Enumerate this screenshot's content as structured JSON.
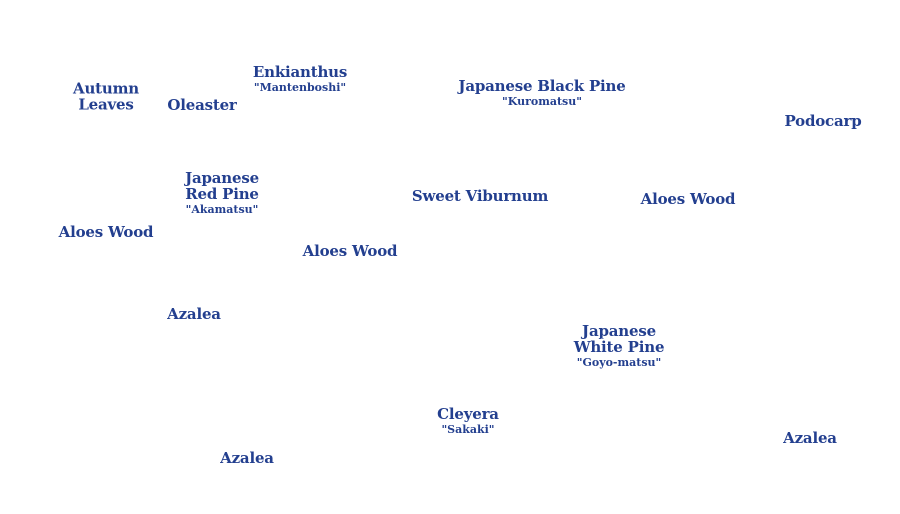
{
  "map": {
    "text_color": "#233f8f",
    "halo_color": "#ffffff",
    "labels": [
      {
        "main": "Autumn\nLeaves",
        "sub": ""
      },
      {
        "main": "Oleaster",
        "sub": ""
      },
      {
        "main": "Enkianthus",
        "sub": "\"Mantenboshi\""
      },
      {
        "main": "Japanese Black Pine",
        "sub": "\"Kuromatsu\""
      },
      {
        "main": "Podocarp",
        "sub": ""
      },
      {
        "main": "Japanese\nRed Pine",
        "sub": "\"Akamatsu\""
      },
      {
        "main": "Sweet Viburnum",
        "sub": ""
      },
      {
        "main": "Aloes Wood",
        "sub": ""
      },
      {
        "main": "Aloes Wood",
        "sub": ""
      },
      {
        "main": "Aloes Wood",
        "sub": ""
      },
      {
        "main": "Azalea",
        "sub": ""
      },
      {
        "main": "Japanese\nWhite Pine",
        "sub": "\"Goyo-matsu\""
      },
      {
        "main": "Cleyera",
        "sub": "\"Sakaki\""
      },
      {
        "main": "Azalea",
        "sub": ""
      },
      {
        "main": "Azalea",
        "sub": ""
      }
    ]
  }
}
